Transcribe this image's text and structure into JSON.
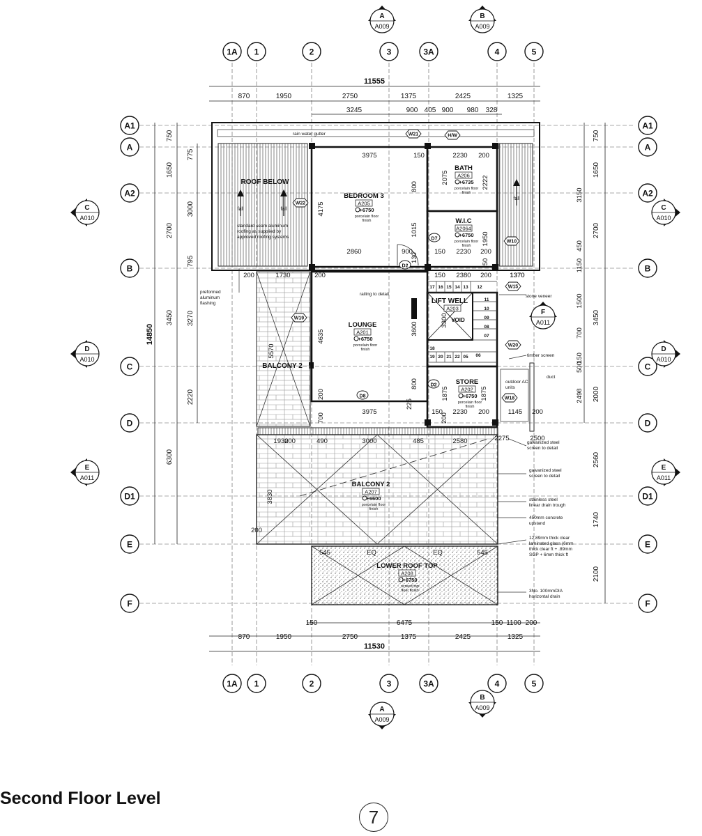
{
  "title": "Second Floor Level",
  "page_number": "7",
  "grid_columns": [
    "1A",
    "1",
    "2",
    "3",
    "3A",
    "4",
    "5"
  ],
  "grid_rows": [
    "A1",
    "A",
    "A2",
    "B",
    "C",
    "D",
    "D1",
    "E",
    "F"
  ],
  "section_markers": [
    {
      "letter": "A",
      "ref": "A009"
    },
    {
      "letter": "B",
      "ref": "A009"
    },
    {
      "letter": "C",
      "ref": "A010"
    },
    {
      "letter": "D",
      "ref": "A010"
    },
    {
      "letter": "E",
      "ref": "A011"
    },
    {
      "letter": "F",
      "ref": "A011"
    }
  ],
  "dimensions": {
    "overall_top": "11555",
    "overall_bottom": "11530",
    "overall_left": "14850",
    "top_chain": [
      "870",
      "1950",
      "2750",
      "1375",
      "2425",
      "1325"
    ],
    "top_chain_2": [
      "3245",
      "900",
      "405",
      "900",
      "980",
      "328"
    ],
    "bottom_chain": [
      "870",
      "1950",
      "2750",
      "1375",
      "2425",
      "1325"
    ],
    "bottom_chain_2": [
      "150",
      "6475",
      "150",
      "1100",
      "200"
    ],
    "left_chain_1": [
      "750",
      "1650",
      "2700",
      "3450",
      "6300"
    ],
    "left_chain_2": [
      "775",
      "3000",
      "795",
      "3270",
      "2220"
    ],
    "right_chain_1": [
      "750",
      "1650",
      "2700",
      "3450",
      "2000",
      "2560",
      "1740",
      "2100"
    ],
    "right_chain_2": [
      "3150",
      "450",
      "1150",
      "1500",
      "700",
      "150",
      "500",
      "2498"
    ],
    "interior": [
      "3975",
      "150",
      "2230",
      "200",
      "2075",
      "2222",
      "4175",
      "1015",
      "800",
      "130",
      "2860",
      "900",
      "150",
      "2230",
      "200",
      "1370",
      "1950",
      "50",
      "150",
      "2380",
      "200",
      "1370",
      "200",
      "1730",
      "200",
      "4635",
      "3600",
      "3300",
      "5570",
      "200",
      "3975",
      "800",
      "1875",
      "1875",
      "150",
      "2230",
      "200",
      "1145",
      "200",
      "700",
      "225",
      "200",
      "1930",
      "200",
      "490",
      "3000",
      "485",
      "2580",
      "3830",
      "200",
      "545",
      "EQ",
      "EQ",
      "545",
      "2275",
      "2500"
    ]
  },
  "rooms": {
    "roof_below": "ROOF BELOW",
    "bedroom": {
      "name": "BEDROOM 3",
      "tag": "A205",
      "level": "+6750",
      "finish": "porcelain floor finish"
    },
    "bath": {
      "name": "BATH",
      "tag": "A206",
      "level": "+6735",
      "finish": "porcelain floor finish"
    },
    "wic": {
      "name": "W.I.C",
      "tag": "A2064",
      "level": "+6750",
      "finish": "porcelain floor finish"
    },
    "lift": {
      "name": "LIFT WELL",
      "tag": "A203",
      "void": "VOID"
    },
    "lounge": {
      "name": "LOUNGE",
      "tag": "A201",
      "level": "+6750",
      "finish": "porcelain floor finish"
    },
    "store": {
      "name": "STORE",
      "tag": "A202",
      "level": "+6750",
      "finish": "porcelain floor finish"
    },
    "balcony_upper": {
      "name": "BALCONY 2"
    },
    "balcony_lower": {
      "name": "BALCONY 2",
      "tag": "A207",
      "level": "+6600",
      "finish": "porcelain floor finish"
    },
    "lower_roof": {
      "name": "LOWER ROOF TOP",
      "tag": "A208",
      "level": "+6750",
      "finish": "screed top floor finish"
    }
  },
  "tags": [
    "W21",
    "H/W",
    "W22",
    "W10",
    "W15",
    "W19",
    "W20",
    "W18",
    "D2",
    "D7",
    "D8",
    "D2"
  ],
  "stairs": [
    "17",
    "16",
    "15",
    "14",
    "13",
    "12",
    "11",
    "10",
    "09",
    "08",
    "07",
    "06",
    "05",
    "22",
    "21",
    "20",
    "19",
    "18"
  ],
  "notes": {
    "gutter": "rain water gutter",
    "roofing": "standard seam aluminum roofing as supplied by approved roofing systems",
    "flashing": "preformed aluminum flashing",
    "railing": "railing to detail",
    "stone": "stone veneer",
    "timber": "timber screen",
    "duct": "duct",
    "outdoor_ac": "outdoor AC units",
    "galv1": "galvanized steel screen to detail",
    "galv2": "galvanized steel screen to detail",
    "drain": "stainless steel linear drain trough",
    "upstand": "450mm concrete upstand",
    "glass": "12.89mm thick clear laminated glass (6mm thick clear ft + .89mm SGP + 6mm thick ft",
    "hdrain": "3No. 100mmDIA horizontal drain",
    "fall": "fall"
  },
  "colors": {
    "line": "#111111",
    "hatch": "#555555",
    "wall": "#222222"
  }
}
